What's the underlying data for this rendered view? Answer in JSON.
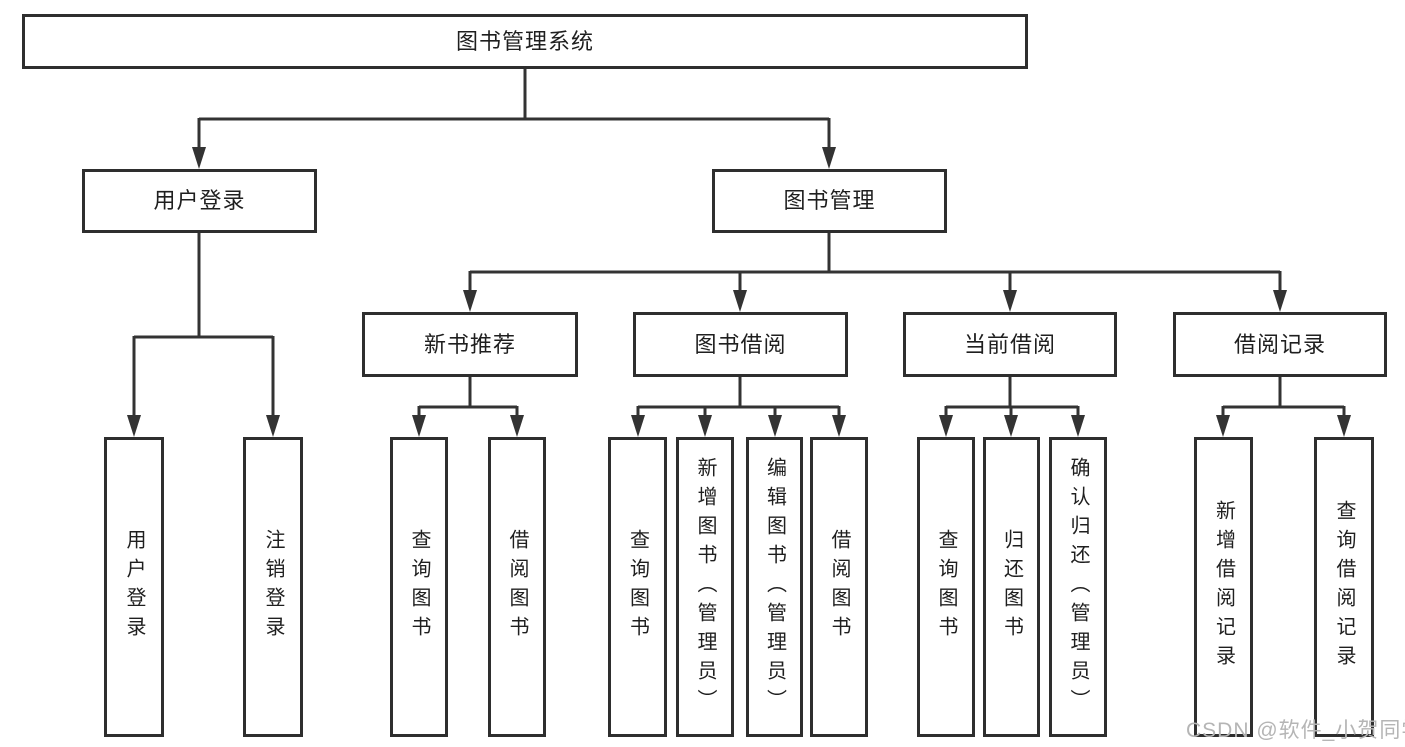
{
  "colors": {
    "line": "#333333",
    "border": "#2e2e2e",
    "text": "#1f1f1f",
    "background": "#ffffff",
    "watermark": "#b5b5b5"
  },
  "root": {
    "label": "图书管理系统"
  },
  "branches": [
    {
      "label": "用户登录",
      "children": [
        {
          "label": "用户登录"
        },
        {
          "label": "注销登录"
        }
      ]
    },
    {
      "label": "图书管理",
      "sections": [
        {
          "label": "新书推荐",
          "children": [
            {
              "label": "查询图书"
            },
            {
              "label": "借阅图书"
            }
          ]
        },
        {
          "label": "图书借阅",
          "children": [
            {
              "label": "查询图书"
            },
            {
              "label": "新增图书（管理员）"
            },
            {
              "label": "编辑图书（管理员）"
            },
            {
              "label": "借阅图书"
            }
          ]
        },
        {
          "label": "当前借阅",
          "children": [
            {
              "label": "查询图书"
            },
            {
              "label": "归还图书"
            },
            {
              "label": "确认归还（管理员）"
            }
          ]
        },
        {
          "label": "借阅记录",
          "children": [
            {
              "label": "新增借阅记录"
            },
            {
              "label": "查询借阅记录"
            }
          ]
        }
      ]
    }
  ],
  "watermark": {
    "text": "CSDN @软件_小贺同学"
  }
}
